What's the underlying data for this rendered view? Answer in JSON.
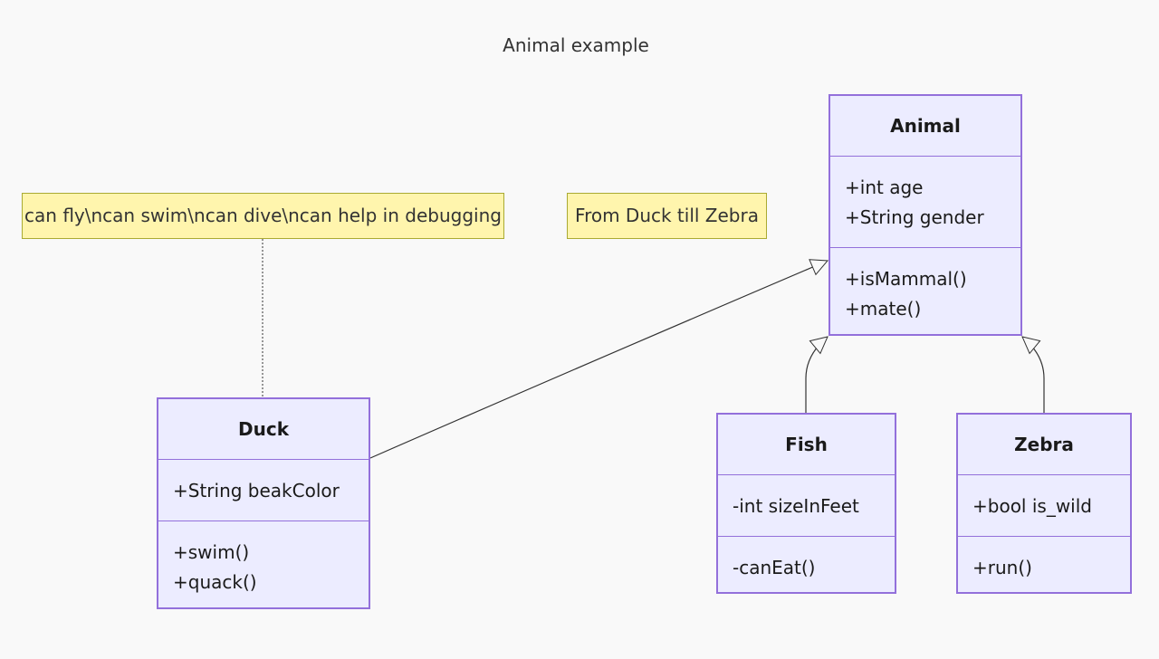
{
  "diagram": {
    "title": "Animal example",
    "notes": [
      {
        "id": "duck-note",
        "text": "can fly\\ncan swim\\ncan dive\\ncan help in debugging"
      },
      {
        "id": "zebra-note",
        "text": "From Duck till Zebra"
      }
    ],
    "classes": [
      {
        "id": "animal",
        "name": "Animal",
        "attributes": [
          "+int age",
          "+String gender"
        ],
        "methods": [
          "+isMammal()",
          "+mate()"
        ]
      },
      {
        "id": "duck",
        "name": "Duck",
        "attributes": [
          "+String beakColor"
        ],
        "methods": [
          "+swim()",
          "+quack()"
        ]
      },
      {
        "id": "fish",
        "name": "Fish",
        "attributes": [
          "-int sizeInFeet"
        ],
        "methods": [
          "-canEat()"
        ]
      },
      {
        "id": "zebra",
        "name": "Zebra",
        "attributes": [
          "+bool is_wild"
        ],
        "methods": [
          "+run()"
        ]
      }
    ],
    "relations": [
      {
        "from": "duck",
        "to": "animal",
        "type": "inheritance"
      },
      {
        "from": "fish",
        "to": "animal",
        "type": "inheritance"
      },
      {
        "from": "zebra",
        "to": "animal",
        "type": "inheritance"
      },
      {
        "from": "duck-note",
        "to": "duck",
        "type": "note-link"
      }
    ]
  },
  "colors": {
    "background": "#f9f9f9",
    "class_fill": "#ececff",
    "class_border": "#9370db",
    "note_fill": "#fff5ad",
    "note_border": "#aaaa33",
    "edge": "#333333"
  }
}
